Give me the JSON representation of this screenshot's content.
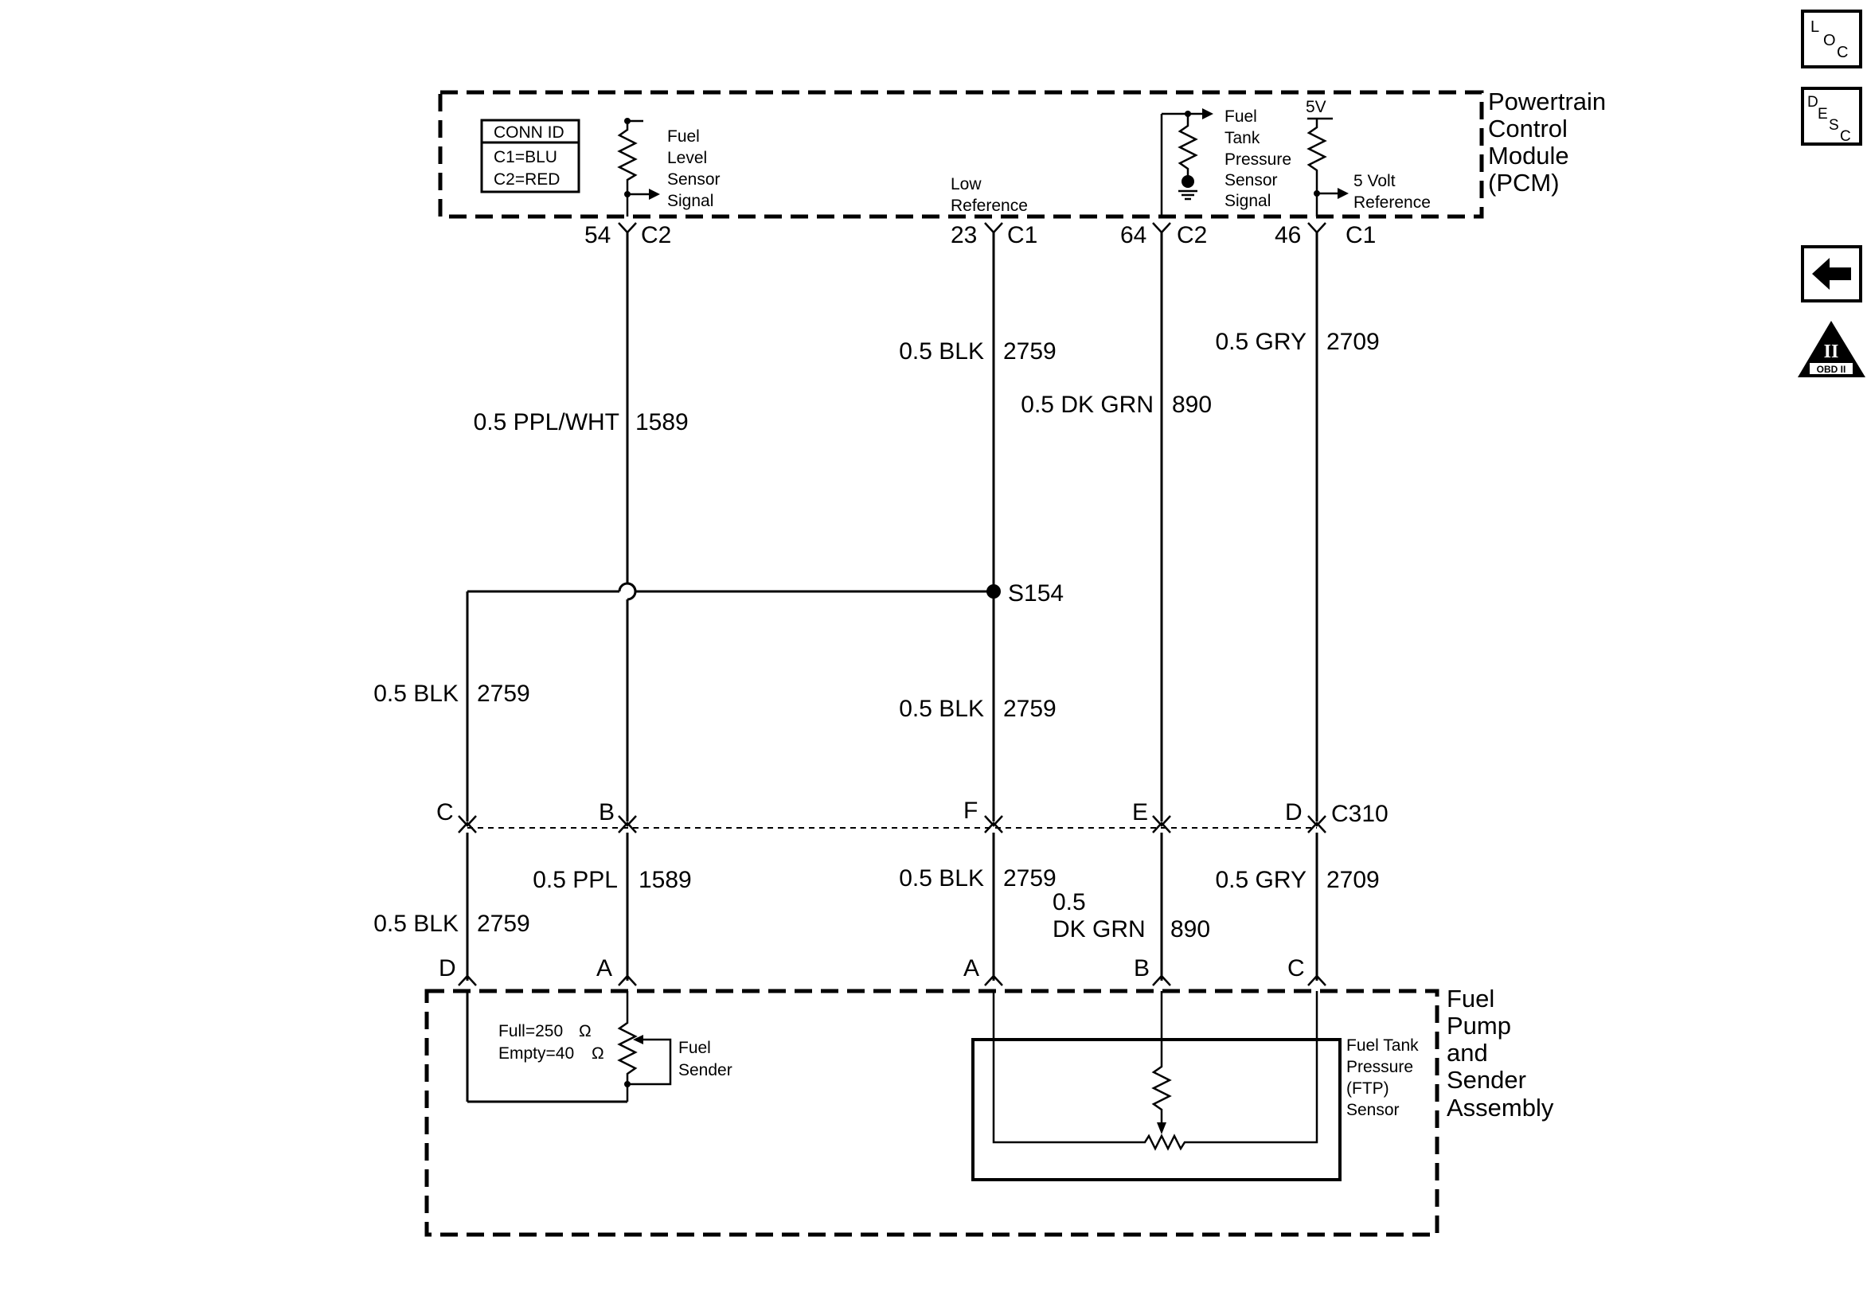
{
  "pcm": {
    "title_lines": [
      "Powertrain",
      "Control",
      "Module",
      "(PCM)"
    ],
    "conn_id": {
      "header": "CONN ID",
      "c1": "C1=BLU",
      "c2": "C2=RED"
    },
    "fuel_level_lines": [
      "Fuel",
      "Level",
      "Sensor",
      "Signal"
    ],
    "low_reference_lines": [
      "Low",
      "Reference"
    ],
    "ftp_signal_lines": [
      "Fuel",
      "Tank",
      "Pressure",
      "Sensor",
      "Signal"
    ],
    "five_v": "5V",
    "five_volt_ref_lines": [
      "5 Volt",
      "Reference"
    ],
    "pins": [
      {
        "num": "54",
        "conn": "C2"
      },
      {
        "num": "23",
        "conn": "C1"
      },
      {
        "num": "64",
        "conn": "C2"
      },
      {
        "num": "46",
        "conn": "C1"
      }
    ]
  },
  "wires_upper": {
    "ppl_wht": {
      "gauge_color": "0.5 PPL/WHT",
      "circuit": "1589"
    },
    "blk_top": {
      "gauge_color": "0.5 BLK",
      "circuit": "2759"
    },
    "dk_grn": {
      "gauge_color": "0.5 DK GRN",
      "circuit": "890"
    },
    "gry": {
      "gauge_color": "0.5 GRY",
      "circuit": "2709"
    },
    "blk_left": {
      "gauge_color": "0.5 BLK",
      "circuit": "2759"
    },
    "blk_mid": {
      "gauge_color": "0.5 BLK",
      "circuit": "2759"
    }
  },
  "splice": "S154",
  "connector_c310": {
    "name": "C310",
    "pins": [
      "C",
      "B",
      "F",
      "E",
      "D"
    ]
  },
  "wires_lower": {
    "ppl": {
      "gauge_color": "0.5 PPL",
      "circuit": "1589"
    },
    "blk_mid": {
      "gauge_color": "0.5 BLK",
      "circuit": "2759"
    },
    "dk_grn_lines": [
      "0.5",
      "DK GRN"
    ],
    "dk_grn_circuit": "890",
    "gry": {
      "gauge_color": "0.5 GRY",
      "circuit": "2709"
    },
    "blk_left": {
      "gauge_color": "0.5 BLK",
      "circuit": "2759"
    }
  },
  "pump_pins": [
    "D",
    "A",
    "A",
    "B",
    "C"
  ],
  "pump": {
    "title_lines": [
      "Fuel",
      "Pump",
      "and",
      "Sender",
      "Assembly"
    ],
    "full": "Full=250",
    "empty": "Empty=40",
    "ohm": "Ω",
    "sender_lines": [
      "Fuel",
      "Sender"
    ],
    "ftp_lines": [
      "Fuel Tank",
      "Pressure",
      "(FTP)",
      "Sensor"
    ]
  },
  "nav": {
    "loc": {
      "l": "L",
      "o": "O",
      "c": "C"
    },
    "desc": {
      "d": "D",
      "e": "E",
      "s": "S",
      "c": "C"
    },
    "back_icon": "arrow-left-icon",
    "obd": {
      "top": "II",
      "bottom": "OBD II"
    }
  }
}
